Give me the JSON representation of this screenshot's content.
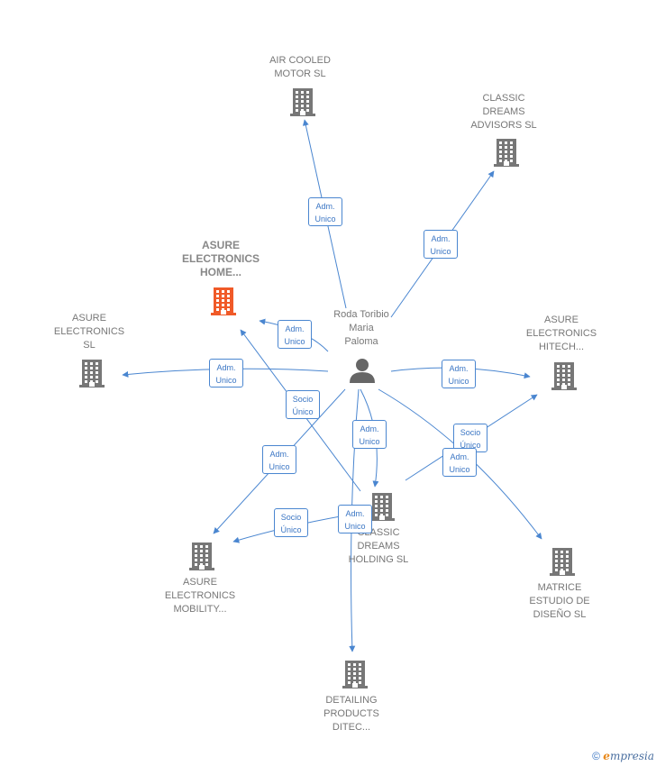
{
  "center": {
    "name": "Roda Toribio\nMaria\nPaloma"
  },
  "companies": [
    {
      "id": "air",
      "name": "AIR COOLED\nMOTOR SL"
    },
    {
      "id": "cda",
      "name": "CLASSIC\nDREAMS\nADVISORS  SL"
    },
    {
      "id": "home",
      "name": "ASURE\nELECTRONICS\nHOME...",
      "highlight": true
    },
    {
      "id": "asl",
      "name": "ASURE\nELECTRONICS\nSL"
    },
    {
      "id": "hitech",
      "name": "ASURE\nELECTRONICS\nHITECH..."
    },
    {
      "id": "cdh",
      "name": "CLASSIC\nDREAMS\nHOLDING  SL"
    },
    {
      "id": "mob",
      "name": "ASURE\nELECTRONICS\nMOBILITY..."
    },
    {
      "id": "mat",
      "name": "MATRICE\nESTUDIO DE\nDISEÑO  SL"
    },
    {
      "id": "det",
      "name": "DETAILING\nPRODUCTS\nDITEC..."
    }
  ],
  "relations": [
    {
      "id": "r-air",
      "label": "Adm.\nUnico"
    },
    {
      "id": "r-cda",
      "label": "Adm.\nUnico"
    },
    {
      "id": "r-home",
      "label": "Adm.\nUnico"
    },
    {
      "id": "r-asl",
      "label": "Adm.\nUnico"
    },
    {
      "id": "r-hitech",
      "label": "Adm.\nUnico"
    },
    {
      "id": "r-socio1",
      "label": "Socio\nÚnico"
    },
    {
      "id": "r-cdh",
      "label": "Adm.\nUnico"
    },
    {
      "id": "r-socio2",
      "label": "Socio\nÚnico"
    },
    {
      "id": "r-mat",
      "label": "Adm.\nUnico"
    },
    {
      "id": "r-mob",
      "label": "Adm.\nUnico"
    },
    {
      "id": "r-socio3",
      "label": "Socio\nÚnico"
    },
    {
      "id": "r-det",
      "label": "Adm.\nUnico"
    }
  ],
  "colors": {
    "edge": "#4a86d0",
    "building": "#777777",
    "building_highlight": "#f05a28",
    "person": "#666666"
  },
  "footer": {
    "copyright": "©",
    "brand_e": "e",
    "brand_rest": "mpresia"
  }
}
